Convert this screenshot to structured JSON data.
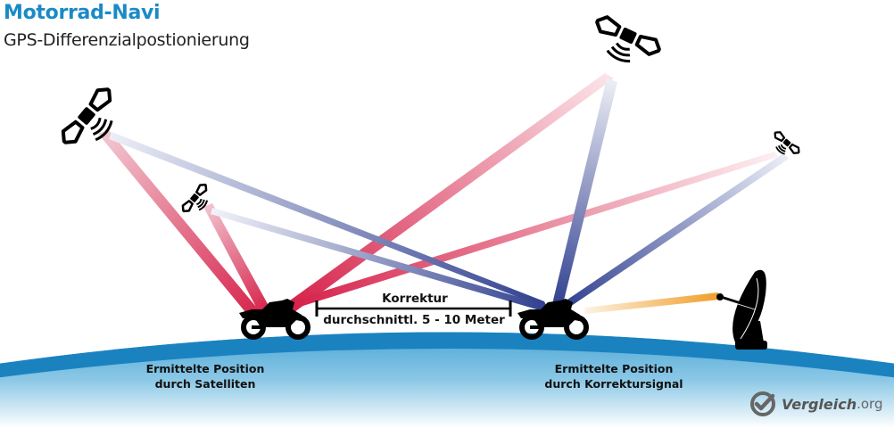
{
  "header": {
    "title": "Motorrad-Navi",
    "subtitle": "GPS-Differenzialpostionierung"
  },
  "distance": {
    "label_top": "Korrektur",
    "label_bottom": "durchschnittl. 5 - 10 Meter"
  },
  "positions": {
    "satellite": {
      "line1": "Ermittelte Position",
      "line2": "durch Satelliten"
    },
    "correction": {
      "line1": "Ermittelte Position",
      "line2": "durch Korrektursignal"
    }
  },
  "logo": {
    "brand": "Vergleich",
    "tld": ".org"
  },
  "colors": {
    "title": "#1a8ac6",
    "red_signal": "#d6224a",
    "blue_signal": "#2f3f8f",
    "orange_signal": "#f0a030",
    "earth_edge": "#1b82c0",
    "earth_fill": "#5fb0da"
  },
  "icons": [
    "satellite-icon",
    "motorcycle-icon",
    "dish-antenna-icon",
    "check-logo-icon"
  ]
}
